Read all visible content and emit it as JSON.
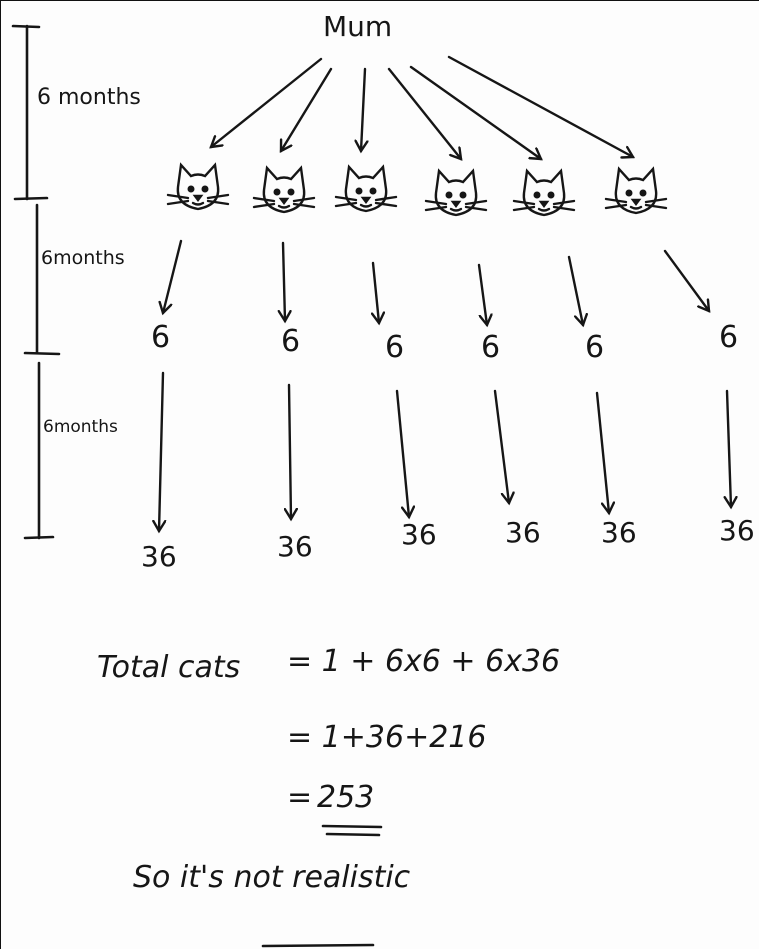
{
  "root_label": "Mum",
  "periods": [
    "6 months",
    "6months",
    "6months"
  ],
  "generation_1": {
    "count": 6,
    "icon": "cat-face-icon"
  },
  "generation_2": [
    "6",
    "6",
    "6",
    "6",
    "6",
    "6"
  ],
  "generation_3": [
    "36",
    "36",
    "36",
    "36",
    "36",
    "36"
  ],
  "calculation": {
    "label": "Total cats",
    "line_1": "=  1 + 6x6 + 6x36",
    "line_2": "= 1+36+216",
    "line_3_prefix": "=",
    "result": "253"
  },
  "conclusion": "So it's not realistic",
  "colors": {
    "ink": "#161616",
    "paper": "#fdfdfd"
  }
}
